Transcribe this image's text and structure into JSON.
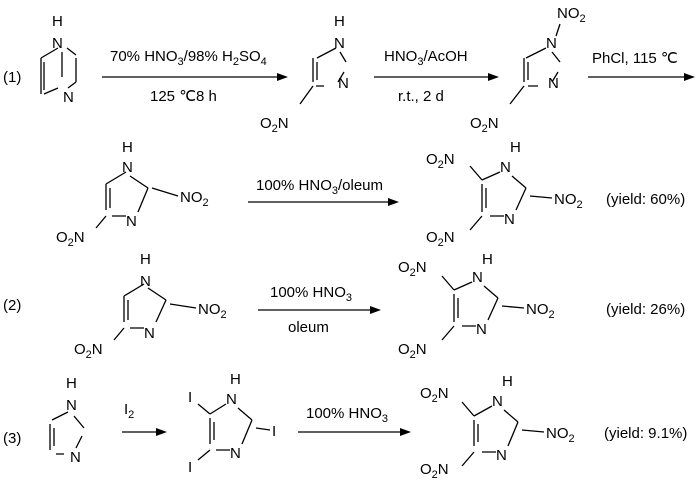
{
  "scheme": {
    "route1_label": "(1)",
    "route2_label": "(2)",
    "route3_label": "(3)",
    "atoms": {
      "N": "N",
      "H": "H",
      "I": "I",
      "NO2_main": "NO",
      "NO2_sub": "2",
      "O2N_O": "O",
      "O2N_sub": "2",
      "O2N_N": "N",
      "yield_60": "(yield: 60%)",
      "yield_26": "(yield: 26%)",
      "yield_91": "(yield: 9.1%)"
    },
    "reagents": {
      "r1_top_a": "70% HNO",
      "r1_top_sub1": "3",
      "r1_top_b": "/98% H",
      "r1_top_sub2": "2",
      "r1_top_c": "SO",
      "r1_top_sub3": "4",
      "r1_bottom": "125 ℃8 h",
      "r2_top": "HNO",
      "r2_top_sub": "3",
      "r2_top_b": "/AcOH",
      "r2_bottom": "r.t., 2 d",
      "r3_top": "PhCl, 115 ℃",
      "r4_top": "100% HNO",
      "r4_top_sub": "3",
      "r4_top_b": "/oleum",
      "r5_top": "100% HNO",
      "r5_top_sub": "3",
      "r5_bottom": "oleum",
      "r6_top": "I",
      "r6_top_sub": "2",
      "r7_top": "100% HNO",
      "r7_top_sub": "3"
    }
  }
}
